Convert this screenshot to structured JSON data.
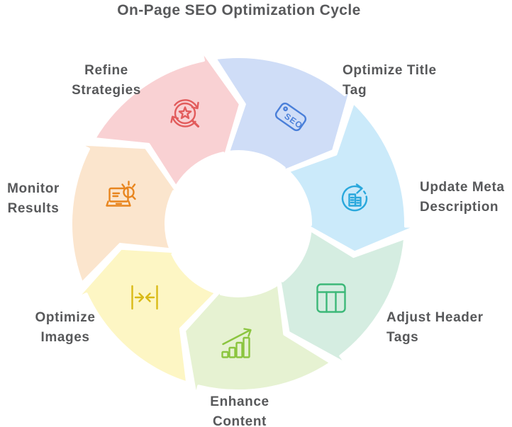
{
  "title": "On-Page SEO Optimization Cycle",
  "text_color": "#58595b",
  "background_color": "#ffffff",
  "arrow_outline_color": "#ffffff",
  "cycle": {
    "direction": "clockwise",
    "segment_count": 7,
    "segments": [
      {
        "label": "Optimize Title Tag",
        "label_lines": [
          "Optimize Title",
          "Tag"
        ],
        "fill": "#cfddf7",
        "icon": "seo-tag-icon",
        "icon_color": "#4a7fd9"
      },
      {
        "label": "Update Meta Description",
        "label_lines": [
          "Update Meta",
          "Description"
        ],
        "fill": "#cbeafa",
        "icon": "refresh-document-icon",
        "icon_color": "#2aa8dc"
      },
      {
        "label": "Adjust Header Tags",
        "label_lines": [
          "Adjust Header",
          "Tags"
        ],
        "fill": "#d5ede1",
        "icon": "header-table-icon",
        "icon_color": "#3cb878"
      },
      {
        "label": "Enhance Content",
        "label_lines": [
          "Enhance",
          "Content"
        ],
        "fill": "#e6f2d2",
        "icon": "growth-chart-icon",
        "icon_color": "#8bc53f"
      },
      {
        "label": "Optimize Images",
        "label_lines": [
          "Optimize",
          "Images"
        ],
        "fill": "#fdf6c4",
        "icon": "compress-width-icon",
        "icon_color": "#d9ba16"
      },
      {
        "label": "Monitor Results",
        "label_lines": [
          "Monitor",
          "Results"
        ],
        "fill": "#fbe5cd",
        "icon": "laptop-search-icon",
        "icon_color": "#e8851e"
      },
      {
        "label": "Refine Strategies",
        "label_lines": [
          "Refine",
          "Strategies"
        ],
        "fill": "#f9d1d3",
        "icon": "search-star-icon",
        "icon_color": "#e25c5c"
      }
    ]
  }
}
